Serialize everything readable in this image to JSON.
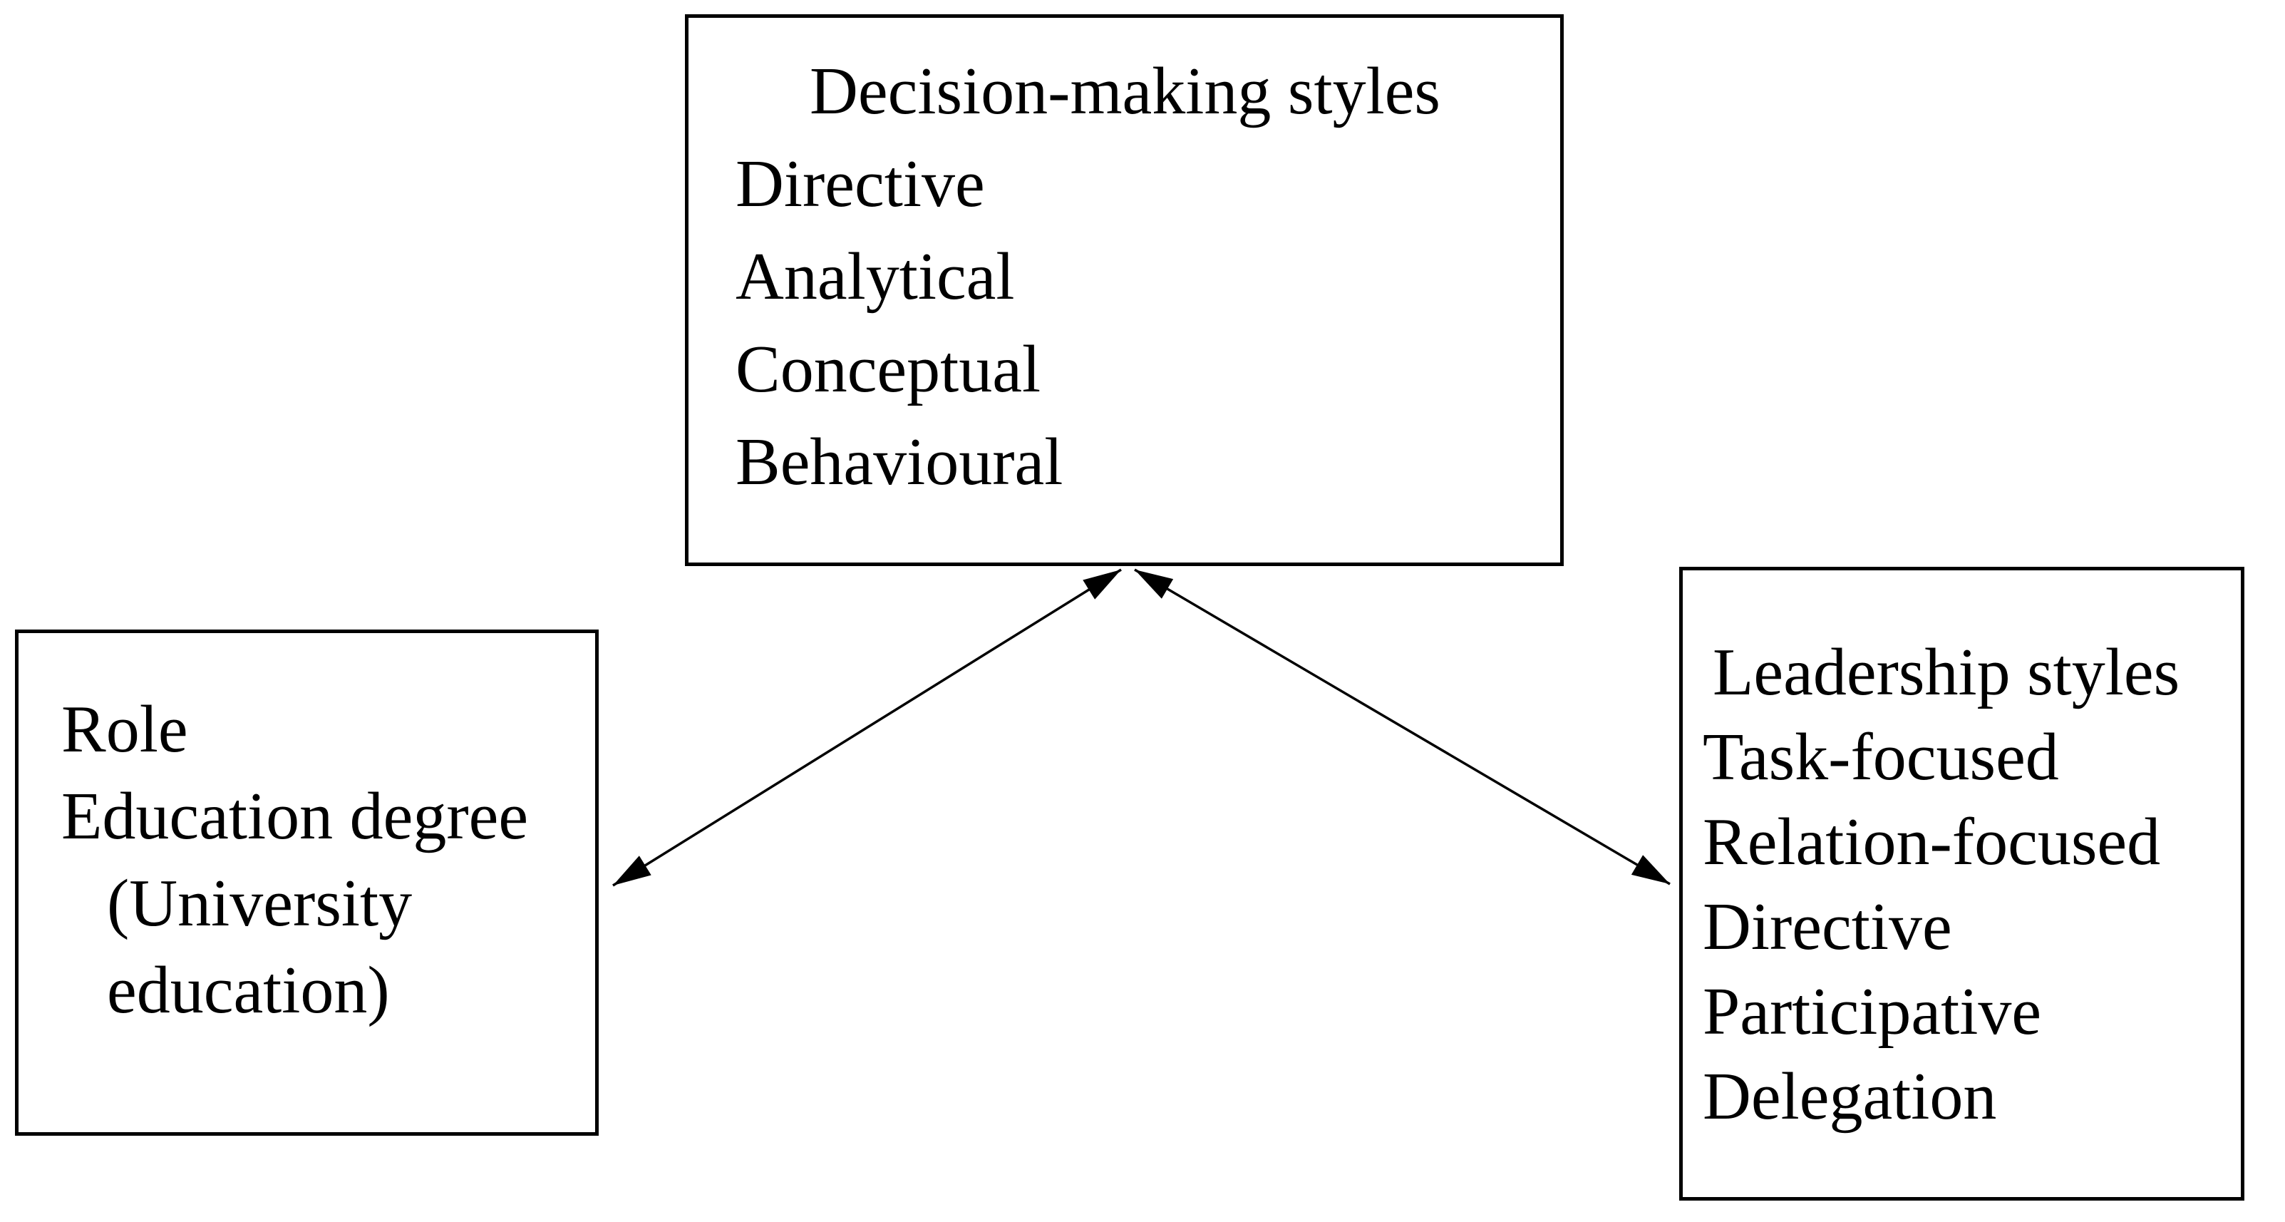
{
  "figure": {
    "background_color": "#ffffff",
    "line_color": "#000000",
    "text_color": "#000000",
    "boxes": {
      "decision_making": {
        "title": "Decision-making styles",
        "items": [
          "Directive",
          "Analytical",
          "Conceptual",
          "Behavioural"
        ]
      },
      "demographics": {
        "lines": [
          "Role",
          "Education degree",
          "(University",
          "education)"
        ]
      },
      "leadership": {
        "title": "Leadership styles",
        "items": [
          "Task-focused",
          "Relation-focused",
          "Directive",
          "Participative",
          "Delegation"
        ]
      }
    },
    "connectors": [
      {
        "name": "demographics-decision",
        "type": "double-headed-arrow"
      },
      {
        "name": "leadership-decision",
        "type": "double-headed-arrow"
      }
    ]
  }
}
